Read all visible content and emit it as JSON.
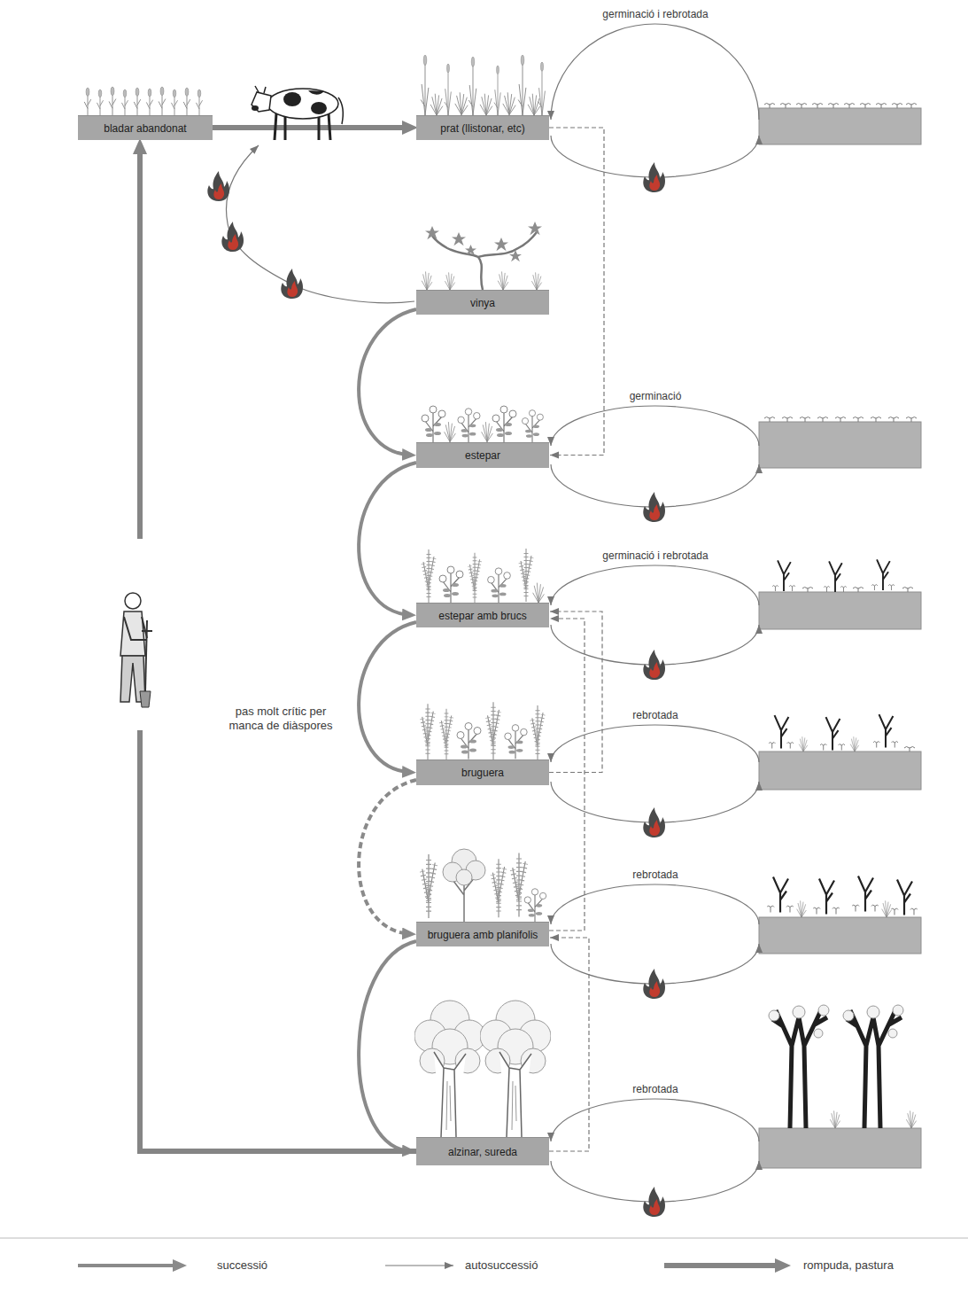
{
  "diagram": {
    "nodes": [
      {
        "text": [
          "bladar abandonat"
        ]
      },
      {
        "text": [
          "prat (llistonar, etc)"
        ]
      },
      {
        "text": [
          "vinya"
        ]
      },
      {
        "text": [
          "estepar"
        ]
      },
      {
        "text": [
          "estepar amb brucs"
        ]
      },
      {
        "text": [
          "bruguera"
        ]
      },
      {
        "text": [
          "bruguera amb planifolis"
        ]
      },
      {
        "text": [
          "alzinar, sureda"
        ]
      }
    ],
    "edges": [
      {
        "from": 0,
        "to": 1,
        "arrow": "to"
      },
      {
        "from": 2,
        "to": 3,
        "arrow": "to"
      },
      {
        "from": 1,
        "to": 3,
        "arrow": "to"
      },
      {
        "from": 3,
        "to": 4,
        "arrow": "to"
      },
      {
        "from": 4,
        "to": 5,
        "arrow": "to"
      },
      {
        "from": 5,
        "to": 6,
        "label": "pas molt crític per manca de diàspores",
        "arrow": "to"
      },
      {
        "from": 5,
        "to": 4,
        "arrow": "to"
      },
      {
        "from": 6,
        "to": 7,
        "arrow": "to"
      },
      {
        "from": 6,
        "to": 4,
        "arrow": "to"
      },
      {
        "from": 7,
        "to": 6,
        "arrow": "to"
      },
      {
        "from": 7,
        "to": 0,
        "arrow": "to"
      }
    ],
    "labels": [
      "germinació i rebrotada",
      "germinació",
      "germinació i rebrotada",
      "rebrotada",
      "rebrotada",
      "rebrotada"
    ],
    "legend": [
      {
        "text": "successió"
      },
      {
        "text": "autosuccessió"
      },
      {
        "text": "rompuda, pastura"
      }
    ]
  }
}
